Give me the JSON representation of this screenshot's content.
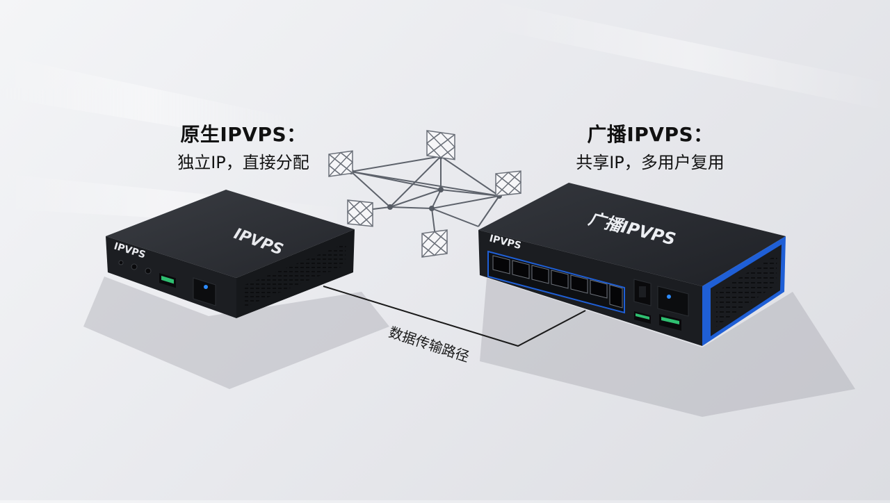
{
  "left_device": {
    "caption_title": "原生IPVPS：",
    "caption_subtitle": "独立IP，直接分配",
    "top_brand": "IPVPS",
    "front_brand": "IPVPS"
  },
  "right_device": {
    "caption_title": "广播IPVPS：",
    "caption_subtitle": "共享IP，多用户复用",
    "top_brand": "广播IPVPS",
    "front_brand": "IPVPS"
  },
  "connection": {
    "label": "数据传输路径"
  },
  "colors": {
    "device_body": "#1c1e22",
    "device_top": "#2c2f34",
    "accent_blue": "#1f5fd6",
    "usb_green": "#2fbf71",
    "network_line": "#5d626b"
  },
  "icons": [
    "network-mesh-icon",
    "ethernet-port-icon",
    "usb-port-icon",
    "power-switch-icon"
  ]
}
